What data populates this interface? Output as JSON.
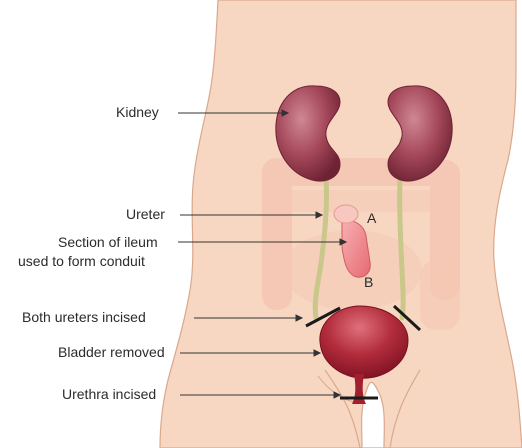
{
  "labels": {
    "kidney": "Kidney",
    "ureter": "Ureter",
    "ileum_line1": "Section of ileum",
    "ileum_line2": "used to form conduit",
    "ureters_incised": "Both ureters incised",
    "bladder_removed": "Bladder removed",
    "urethra_incised": "Urethra incised"
  },
  "markers": {
    "a": "A",
    "b": "B"
  },
  "colors": {
    "skin": "#f8d7c2",
    "skin_outline": "#d9a88d",
    "intestine": "#f3c3b0",
    "kidney": "#9a3b4c",
    "kidney_highlight": "#c46b7a",
    "ureter": "#c9c78a",
    "ileum": "#f08a8e",
    "bladder": "#a11f2f",
    "incision": "#1a1a1a"
  }
}
